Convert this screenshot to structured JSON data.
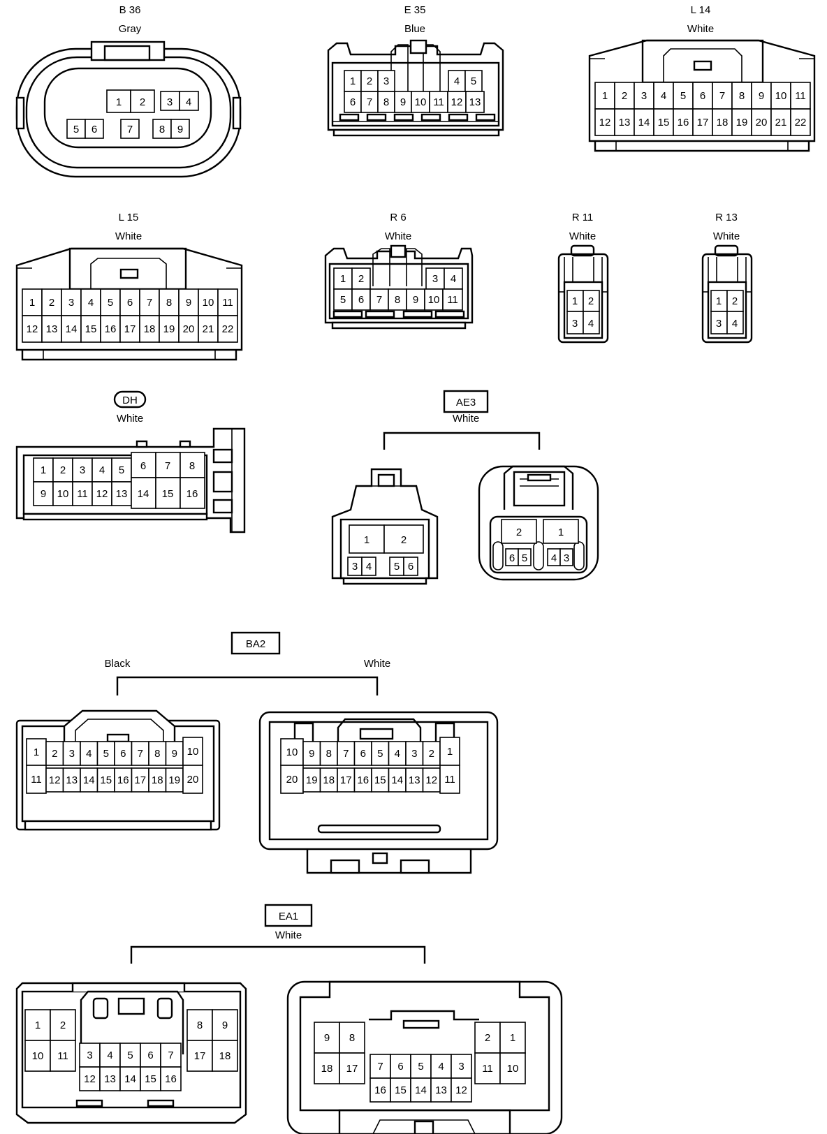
{
  "connectors": [
    {
      "id": "B36",
      "code": "B 36",
      "color": "Gray",
      "pins": [
        "1",
        "2",
        "3",
        "4",
        "5",
        "6",
        "7",
        "8",
        "9"
      ]
    },
    {
      "id": "E35",
      "code": "E 35",
      "color": "Blue",
      "pins": [
        "1",
        "2",
        "3",
        "4",
        "5",
        "6",
        "7",
        "8",
        "9",
        "10",
        "11",
        "12",
        "13"
      ]
    },
    {
      "id": "L14",
      "code": "L 14",
      "color": "White",
      "pins": [
        "1",
        "2",
        "3",
        "4",
        "5",
        "6",
        "7",
        "8",
        "9",
        "10",
        "11",
        "12",
        "13",
        "14",
        "15",
        "16",
        "17",
        "18",
        "19",
        "20",
        "21",
        "22"
      ]
    },
    {
      "id": "L15",
      "code": "L 15",
      "color": "White",
      "pins": [
        "1",
        "2",
        "3",
        "4",
        "5",
        "6",
        "7",
        "8",
        "9",
        "10",
        "11",
        "12",
        "13",
        "14",
        "15",
        "16",
        "17",
        "18",
        "19",
        "20",
        "21",
        "22"
      ]
    },
    {
      "id": "R6",
      "code": "R 6",
      "color": "White",
      "pins": [
        "1",
        "2",
        "3",
        "4",
        "5",
        "6",
        "7",
        "8",
        "9",
        "10",
        "11"
      ]
    },
    {
      "id": "R11",
      "code": "R 11",
      "color": "White",
      "pins": [
        "1",
        "2",
        "3",
        "4"
      ]
    },
    {
      "id": "R13",
      "code": "R 13",
      "color": "White",
      "pins": [
        "1",
        "2",
        "3",
        "4"
      ]
    },
    {
      "id": "DH",
      "code": "DH",
      "color": "White",
      "pins": [
        "1",
        "2",
        "3",
        "4",
        "5",
        "6",
        "7",
        "8",
        "9",
        "10",
        "11",
        "12",
        "13",
        "14",
        "15",
        "16"
      ]
    },
    {
      "id": "AE3",
      "code": "AE3",
      "color": "White",
      "pins": [
        "1",
        "2",
        "3",
        "4",
        "5",
        "6"
      ],
      "mate_pins": [
        "2",
        "1",
        "6",
        "5",
        "4",
        "3"
      ]
    },
    {
      "id": "BA2",
      "code": "BA2",
      "color": "Black",
      "mate_color": "White",
      "pins": [
        "1",
        "2",
        "3",
        "4",
        "5",
        "6",
        "7",
        "8",
        "9",
        "10",
        "11",
        "12",
        "13",
        "14",
        "15",
        "16",
        "17",
        "18",
        "19",
        "20"
      ],
      "mate_pins": [
        "10",
        "9",
        "8",
        "7",
        "6",
        "5",
        "4",
        "3",
        "2",
        "1",
        "20",
        "19",
        "18",
        "17",
        "16",
        "15",
        "14",
        "13",
        "12",
        "11"
      ]
    },
    {
      "id": "EA1",
      "code": "EA1",
      "color": "White",
      "pins": [
        "1",
        "2",
        "3",
        "4",
        "5",
        "6",
        "7",
        "8",
        "9",
        "10",
        "11",
        "12",
        "13",
        "14",
        "15",
        "16",
        "17",
        "18"
      ],
      "mate_pins": [
        "9",
        "8",
        "18",
        "17",
        "7",
        "6",
        "5",
        "4",
        "3",
        "16",
        "15",
        "14",
        "13",
        "12",
        "2",
        "1",
        "11",
        "10"
      ]
    }
  ]
}
